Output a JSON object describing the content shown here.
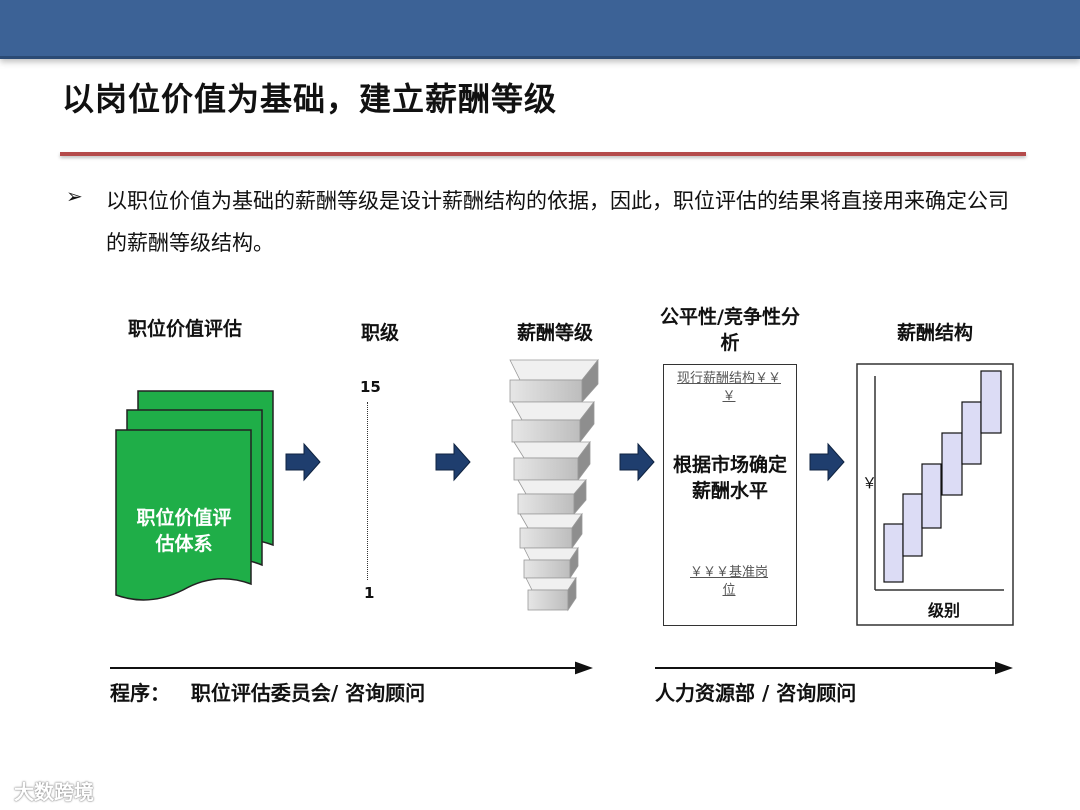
{
  "title": "以岗位价值为基础，建立薪酬等级",
  "bullet": {
    "mark": "➢",
    "text": "以职位价值为基础的薪酬等级是设计薪酬结构的依据，因此，职位评估的结果将直接用来确定公司的薪酬等级结构。"
  },
  "stages": {
    "evaluation": {
      "label": "职位价值评估",
      "doc_text": "职位价值评估体系"
    },
    "grades": {
      "label": "职级",
      "top": "15",
      "bottom": "1"
    },
    "pay_levels": {
      "label": "薪酬等级"
    },
    "analysis": {
      "label": "公平性/竞争性分析",
      "current": "现行薪酬结构￥￥￥",
      "main": "根据市场确定薪酬水平",
      "benchmark": "￥￥￥基准岗位"
    },
    "structure": {
      "label": "薪酬结构",
      "y_axis": "￥",
      "x_axis": "级别"
    }
  },
  "process": {
    "left": "程序：   职位评估委员会/ 咨询顾问",
    "right": "人力资源部 / 咨询顾问"
  },
  "watermark": "大数跨境",
  "colors": {
    "header": "#3c6296",
    "doc_green": "#1fae48",
    "arrow_navy": "#1f3e6e",
    "range_fill": "#dcdcf5",
    "title_rule": "#b44a4a"
  }
}
